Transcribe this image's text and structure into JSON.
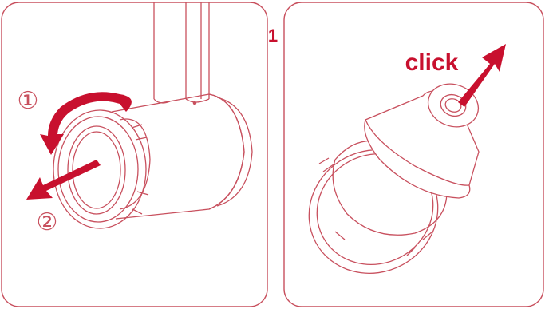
{
  "figure": {
    "step_number": "1",
    "colors": {
      "line": "#c8505e",
      "accent": "#c8102e",
      "background": "#ffffff"
    }
  },
  "left_panel": {
    "step_one_label": "①",
    "step_two_label": "②",
    "arrows": [
      "rotate-arrow",
      "pull-out-arrow"
    ]
  },
  "right_panel": {
    "action_label": "click",
    "arrows": [
      "lift-arrow"
    ]
  }
}
